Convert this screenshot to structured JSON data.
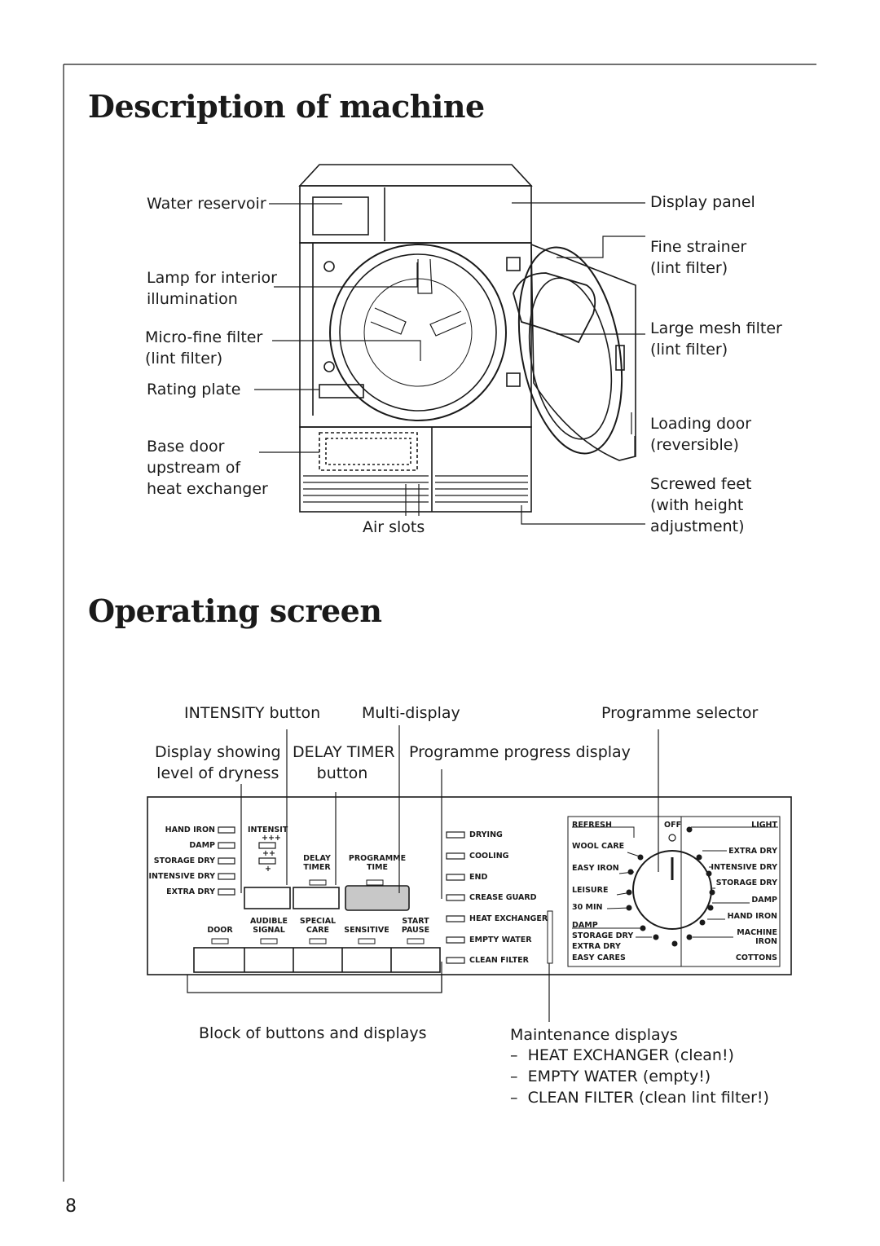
{
  "page": {
    "number": "8"
  },
  "section1": {
    "title": "Description of machine",
    "labels": {
      "water_reservoir": "Water reservoir",
      "lamp": [
        "Lamp for interior",
        "illumination"
      ],
      "microfine": [
        "Micro-fine filter",
        "(lint filter)"
      ],
      "rating_plate": "Rating plate",
      "base_door": [
        "Base door",
        "upstream of",
        "heat exchanger"
      ],
      "air_slots": "Air slots",
      "display_panel": "Display panel",
      "fine_strainer": [
        "Fine strainer",
        "(lint filter)"
      ],
      "large_mesh": [
        "Large mesh filter",
        "(lint filter)"
      ],
      "loading_door": [
        "Loading door",
        "(reversible)"
      ],
      "screwed_feet": [
        "Screwed feet",
        "(with height",
        "adjustment)"
      ]
    }
  },
  "section2": {
    "title": "Operating screen",
    "labels": {
      "intensity_button": "INTENSITY button",
      "multi_display": "Multi-display",
      "programme_selector": "Programme selector",
      "display_showing": [
        "Display showing",
        "level of dryness"
      ],
      "delay_timer": [
        "DELAY TIMER",
        "button"
      ],
      "progress_display": "Programme progress display",
      "block": "Block of buttons and displays",
      "maintenance": "Maintenance displays",
      "maintenance_items": [
        "HEAT EXCHANGER (clean!)",
        "EMPTY WATER (empty!)",
        "CLEAN FILTER (clean lint filter!)"
      ],
      "dash": "–"
    },
    "panel": {
      "dryness": [
        "HAND IRON",
        "DAMP",
        "STORAGE DRY",
        "INTENSIVE DRY",
        "EXTRA DRY"
      ],
      "intensity_label": "INTENSIT",
      "intensity_marks": [
        "+++",
        "++",
        "+"
      ],
      "delay": [
        "DELAY",
        "TIMER"
      ],
      "programme_time": [
        "PROGRAMME",
        "TIME"
      ],
      "options": [
        {
          "top": "",
          "bottom": "DOOR"
        },
        {
          "top": "AUDIBLE",
          "bottom": "SIGNAL"
        },
        {
          "top": "SPECIAL",
          "bottom": "CARE"
        },
        {
          "top": "",
          "bottom": "SENSITIVE"
        },
        {
          "top": "START",
          "bottom": "PAUSE"
        }
      ],
      "progress": [
        "DRYING",
        "COOLING",
        "END",
        "CREASE GUARD"
      ],
      "maintenance": [
        "HEAT EXCHANGER",
        "EMPTY WATER",
        "CLEAN FILTER"
      ],
      "programmes_left": [
        "REFRESH",
        "WOOL CARE",
        "EASY IRON",
        "LEISURE",
        "30 MIN",
        "DAMP",
        "STORAGE DRY",
        "EXTRA DRY",
        "EASY CARES"
      ],
      "dial_top": "OFF",
      "programmes_right": [
        "LIGHT",
        "EXTRA DRY",
        "INTENSIVE DRY",
        "STORAGE DRY",
        "DAMP",
        "HAND IRON",
        "MACHINE",
        "IRON",
        "COTTONS"
      ]
    }
  }
}
